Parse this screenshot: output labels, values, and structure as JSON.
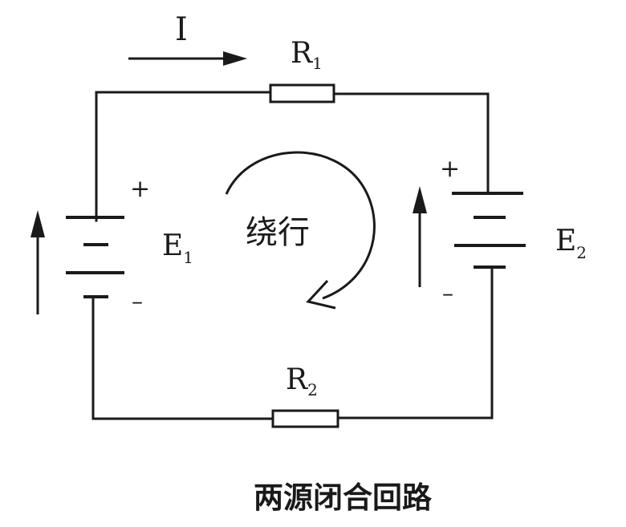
{
  "current": {
    "symbol": "I"
  },
  "r1": {
    "letter": "R",
    "sub": "1"
  },
  "r2": {
    "letter": "R",
    "sub": "2"
  },
  "e1": {
    "letter": "E",
    "sub": "1",
    "plus": "+",
    "minus": "–"
  },
  "e2": {
    "letter": "E",
    "sub": "2",
    "plus": "+",
    "minus": "–"
  },
  "loop_label": "绕行",
  "caption": "两源闭合回路"
}
